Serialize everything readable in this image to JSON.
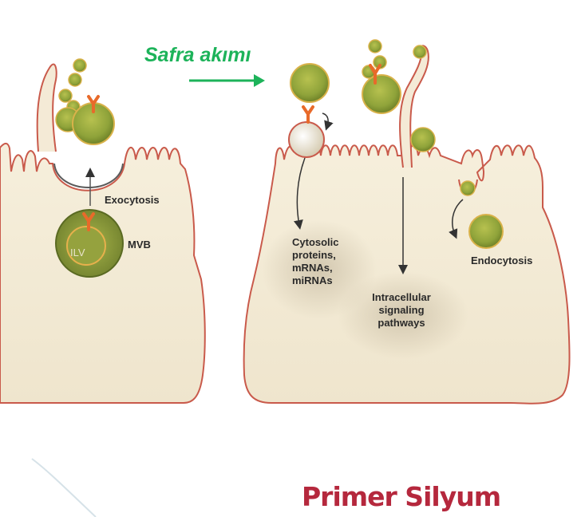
{
  "flow_label": "Safra akımı",
  "footer_title": "Primer Silyum",
  "labels": {
    "exocytosis": "Exocytosis",
    "mvb": "MVB",
    "ilv": "ILV",
    "cytosolic": [
      "Cytosolic",
      "proteins,",
      "mRNAs,",
      "miRNAs"
    ],
    "intracellular": [
      "Intracellular",
      "signaling",
      "pathways"
    ],
    "endocytosis": "Endocytosis"
  },
  "colors": {
    "cell_outline": "#c95a4b",
    "cytoplasm": "#f2ead7",
    "vesicle_fill": "#8fa33a",
    "vesicle_ring": "#d9b24a",
    "flow_text": "#1db35a",
    "footer_text": "#b5283d",
    "receptor": "#e86a2a"
  }
}
